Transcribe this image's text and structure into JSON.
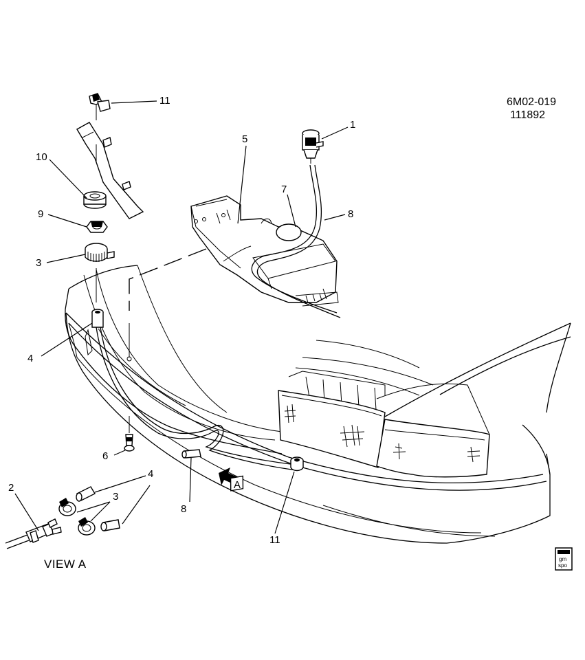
{
  "diagram_code": {
    "line1": "6M02-019",
    "line2": "111892"
  },
  "callouts": {
    "c1": "1",
    "c2": "2",
    "c3a": "3",
    "c3b": "3",
    "c4a": "4",
    "c4b": "4",
    "c5": "5",
    "c6": "6",
    "c7": "7",
    "c8a": "8",
    "c8b": "8",
    "c9": "9",
    "c10": "10",
    "c11a": "11",
    "c11b": "11"
  },
  "view_marker": "A",
  "view_caption": "VIEW  A",
  "logo": {
    "line1": "gm",
    "line2": "spo"
  }
}
